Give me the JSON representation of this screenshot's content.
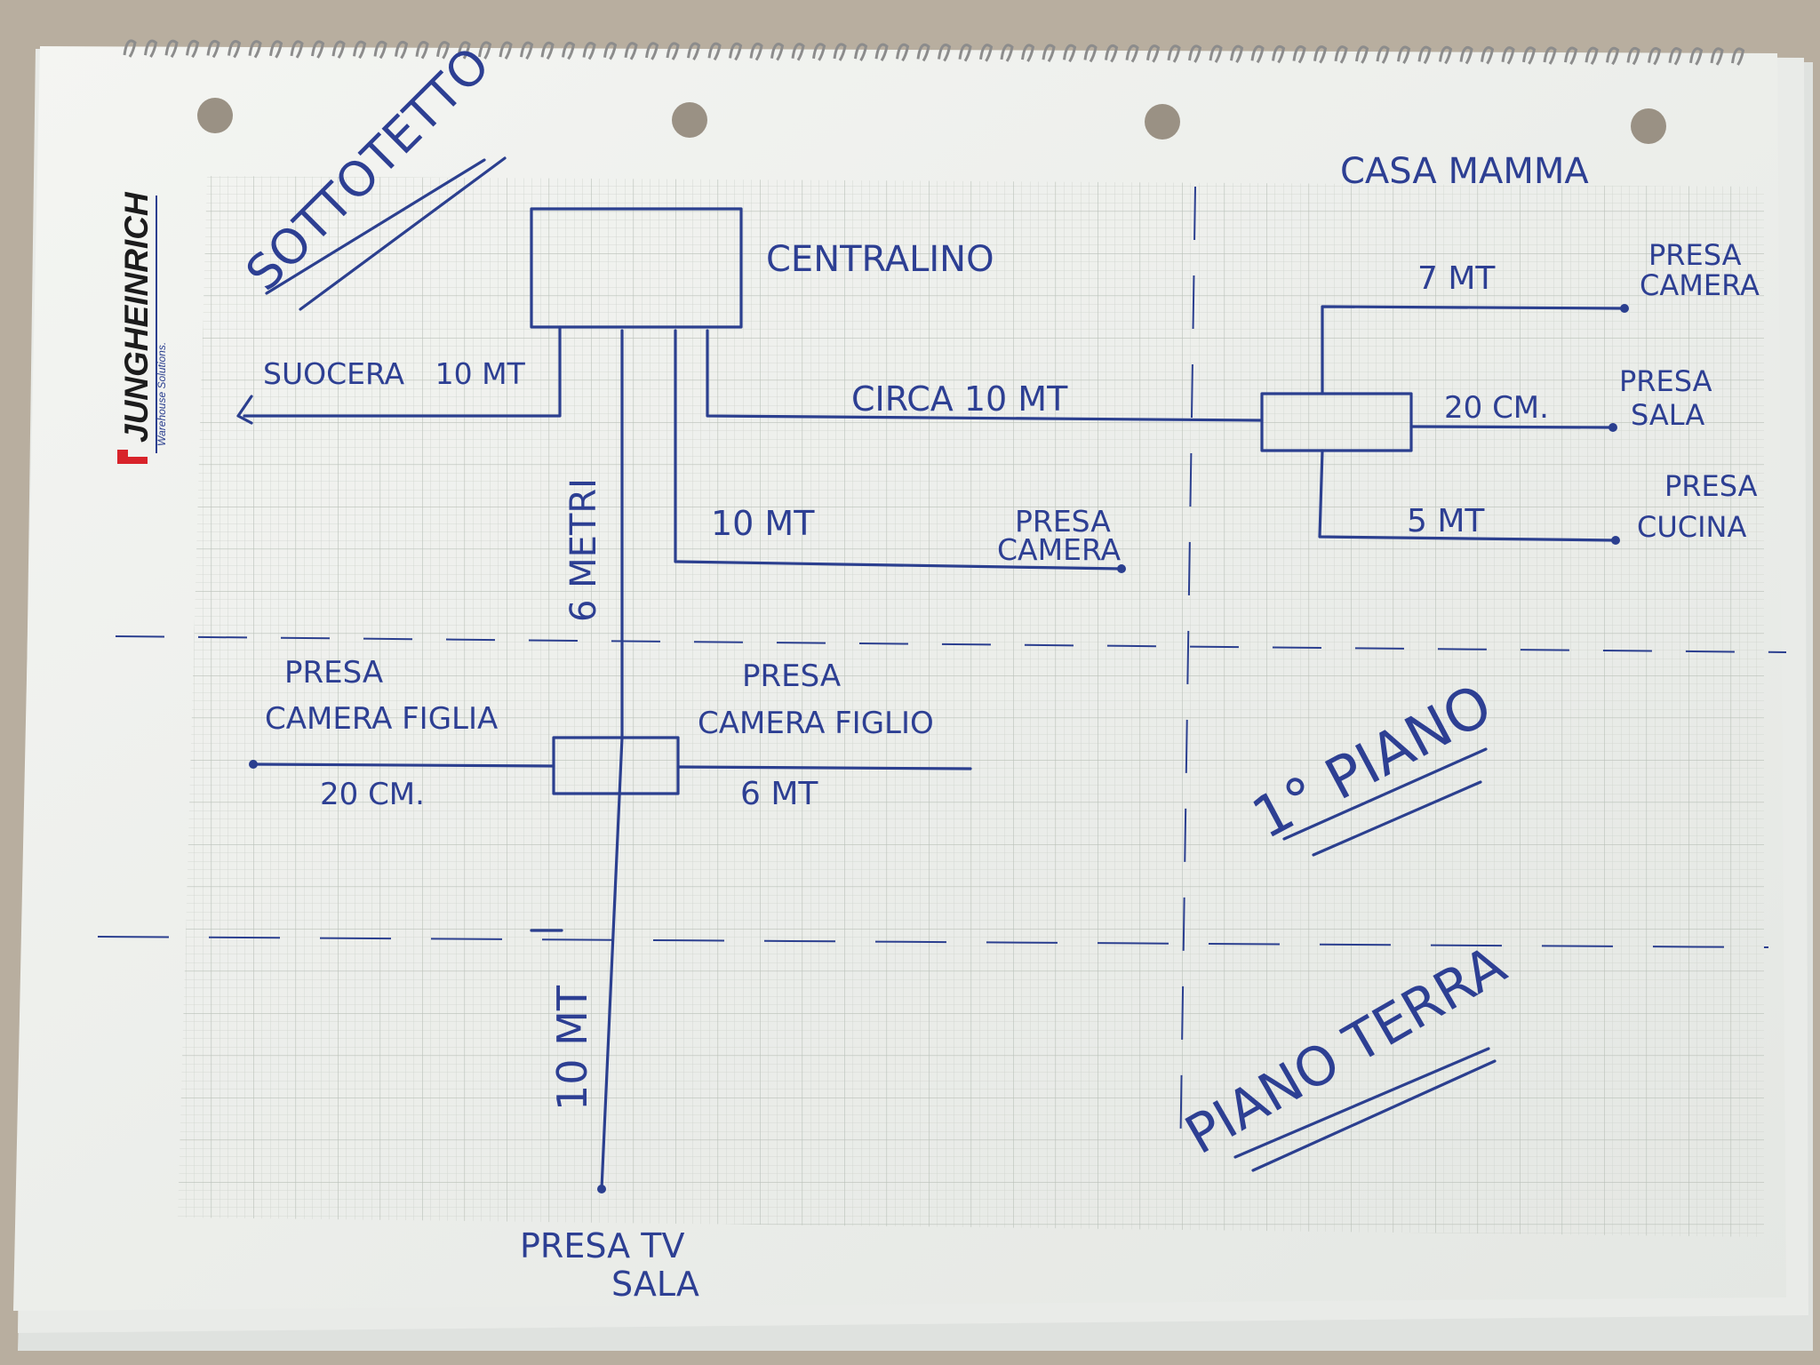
{
  "logo": {
    "brand": "JUNGHEINRICH",
    "tagline": "Warehouse Solutions."
  },
  "zones": {
    "attic": "SOTTOTETTO",
    "first_floor": "1° PIANO",
    "ground_floor": "PIANO TERRA",
    "mom_house": "CASA MAMMA"
  },
  "hub": "CENTRALINO",
  "connections": {
    "suocera": "SUOCERA",
    "suocera_len": "10 MT",
    "circa_len": "CIRCA 10 MT",
    "camera_len": "10 MT",
    "camera_label": [
      "PRESA",
      "CAMERA"
    ],
    "vertical_len": "6 METRI",
    "vertical_len_lower": "10 MT",
    "tv_label": [
      "PRESA TV",
      "SALA"
    ]
  },
  "first_floor_outlets": {
    "figlia_label": [
      "PRESA",
      "CAMERA FIGLIA"
    ],
    "figlia_len": "20 CM.",
    "figlio_label": [
      "PRESA",
      "CAMERA FIGLIO"
    ],
    "figlio_len": "6 MT"
  },
  "mom_outlets": {
    "camera_label": [
      "PRESA",
      "CAMERA"
    ],
    "camera_len": "7 MT",
    "sala_label": [
      "PRESA",
      "SALA"
    ],
    "sala_len": "20 CM.",
    "cucina_label": [
      "PRESA",
      "CUCINA"
    ],
    "cucina_len": "5 MT"
  },
  "colors": {
    "ink": "#2b3f8f",
    "paper": "#ecefea",
    "grid": "#c9cfc8",
    "logo_red": "#d8232a"
  }
}
